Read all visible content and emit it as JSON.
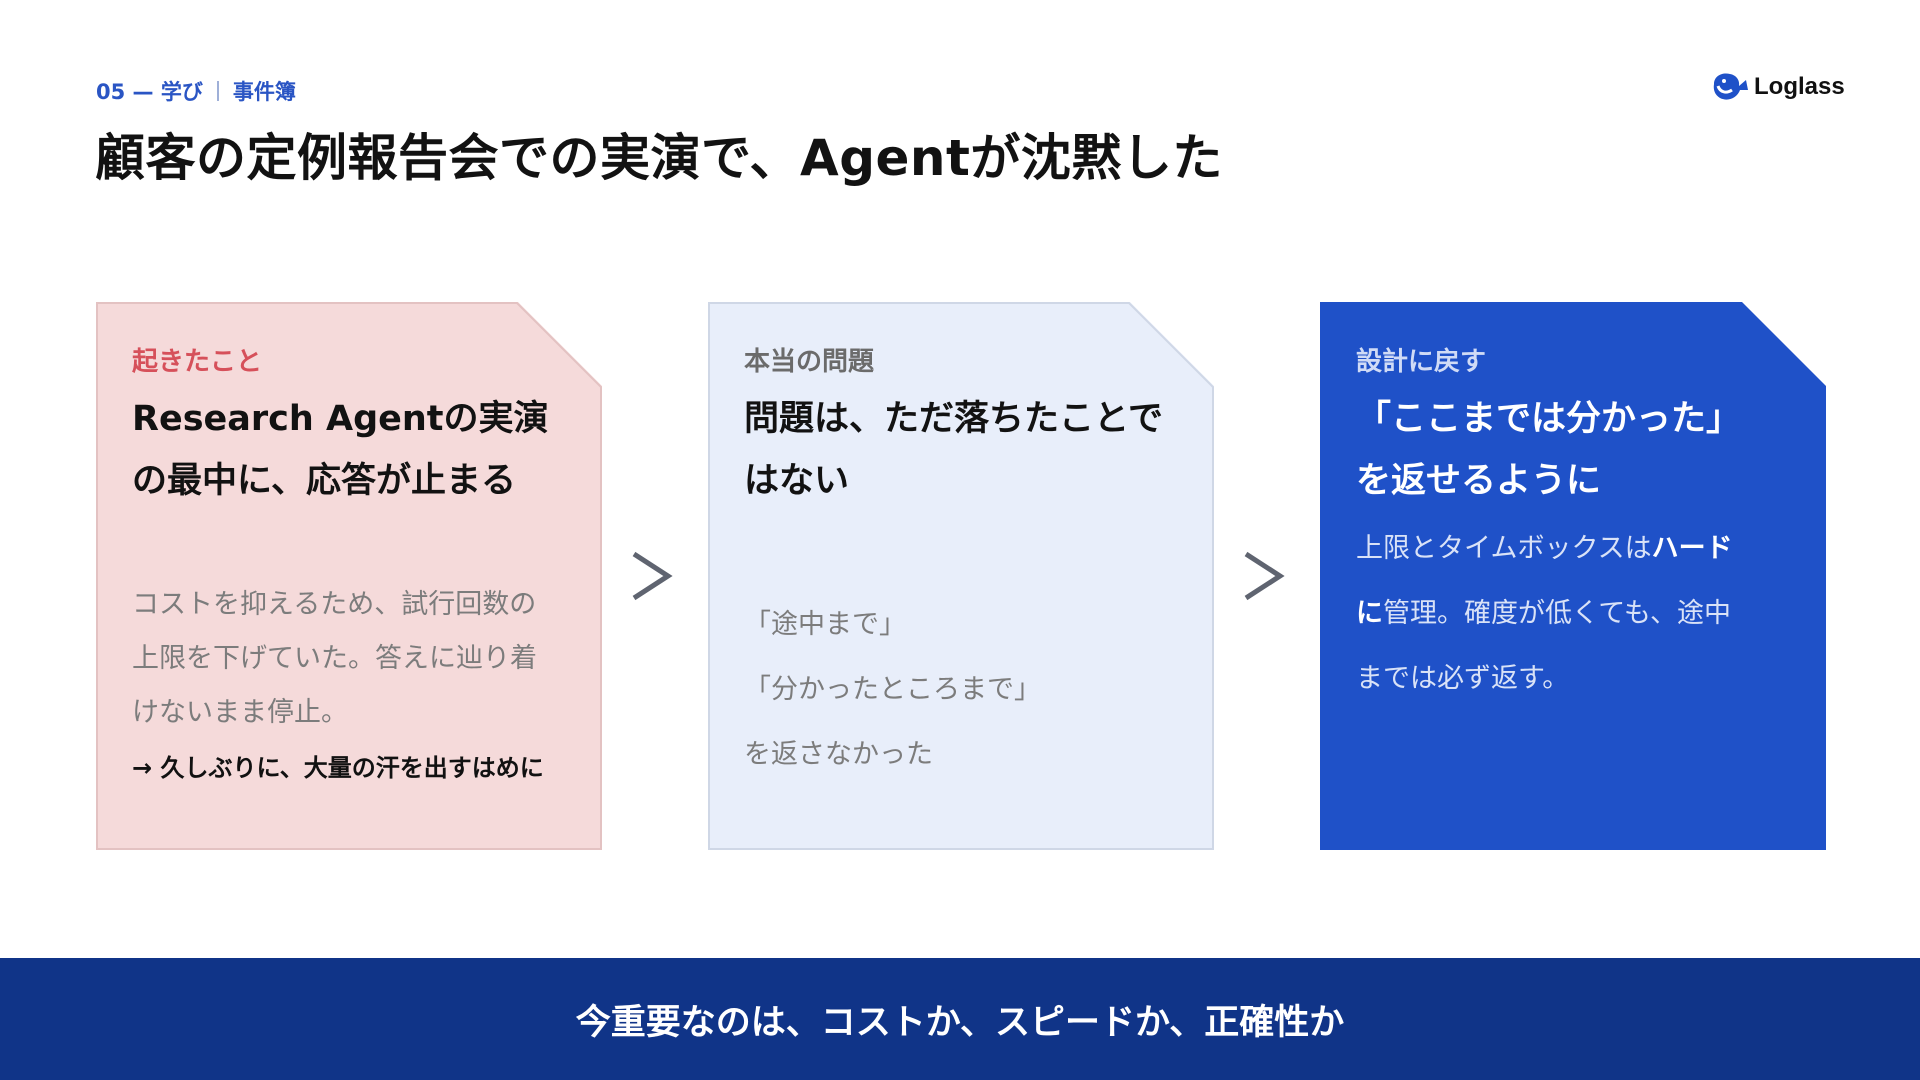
{
  "header": {
    "section": "05 — 学び",
    "subsection": "事件簿",
    "title": "顧客の定例報告会での実演で、Agentが沈黙した"
  },
  "logo": {
    "text": "Loglass",
    "icon": "whale-logo-icon"
  },
  "cards": [
    {
      "eyebrow": "起きたこと",
      "heading_lines": [
        "Research Agentの実演",
        "の最中に、応答が止まる"
      ],
      "body_lines": [
        "コストを抑えるため、試行回数の",
        "上限を下げていた。答えに辿り着",
        "けないまま停止。"
      ],
      "emphasis": "→ 久しぶりに、大量の汗を出すはめに"
    },
    {
      "eyebrow": "本当の問題",
      "heading_lines": [
        "問題は、ただ落ちたことで",
        "はない"
      ],
      "body_lines": [
        "「途中まで」",
        "「分かったところまで」",
        "を返さなかった"
      ]
    },
    {
      "eyebrow": "設計に戻す",
      "heading_lines": [
        "「ここまでは分かった」",
        "を返せるように"
      ],
      "body_lines": [
        {
          "normal": "上限とタイムボックスは",
          "strong": "ハード"
        },
        {
          "strong": "に",
          "normal": "管理。確度が低くても、途中"
        },
        {
          "normal": "までは必ず返す。"
        }
      ]
    }
  ],
  "connectors": {
    "icon": "chevron-right-icon",
    "color": "#5f6470"
  },
  "banner": {
    "text": "今重要なのは、コストか、スピードか、正確性か"
  },
  "colors": {
    "accent_blue": "#1f51c8",
    "banner_navy": "#103488",
    "card1_bg": "#f5dada",
    "card1_accent": "#d6505a",
    "card2_bg": "#e8eefa"
  }
}
